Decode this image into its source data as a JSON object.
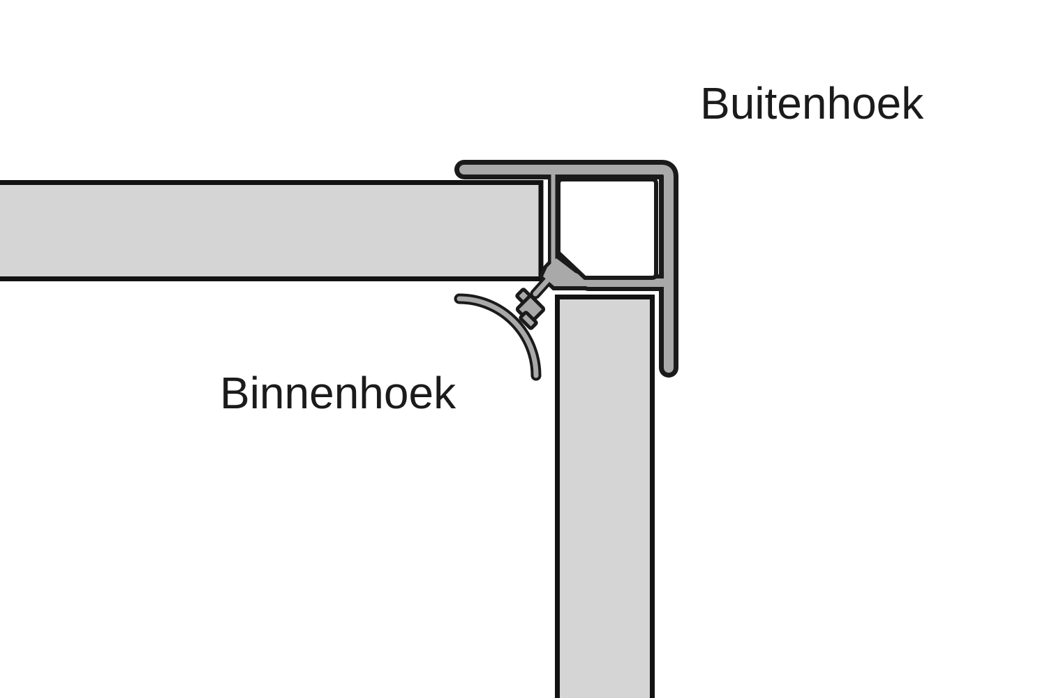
{
  "diagram": {
    "type": "technical-illustration",
    "subject": "wall-panel corner trim profiles, cross-section top view",
    "labels": {
      "outer_corner": "Buitenhoek",
      "inner_corner": "Binnenhoek"
    },
    "parts": {
      "horizontal_panel": "panel entering from the left",
      "vertical_panel": "panel running to the bottom",
      "outer_corner_profile": "L-shaped trim wrapping the outside of the corner with square hollow channel",
      "inner_corner_profile": "quarter-round cove trim clipped on the inside of the corner"
    },
    "colors": {
      "background": "#ffffff",
      "panel_fill": "#d5d5d5",
      "panel_outline": "#121212",
      "profile_fill": "#a9a9a9",
      "profile_outline": "#1a1a1a",
      "text": "#1b1b1b"
    }
  }
}
